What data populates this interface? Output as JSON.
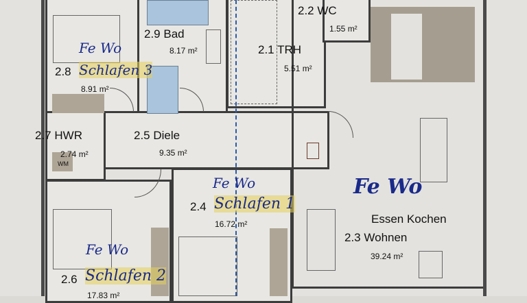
{
  "rooms": [
    {
      "id": "2.1",
      "name": "TRH",
      "area": "5.51 m²"
    },
    {
      "id": "2.2",
      "name": "WC",
      "area": "1.55 m²"
    },
    {
      "id": "2.3",
      "name": "Wohnen",
      "name_line1": "Essen Kochen",
      "area": "39.24 m²",
      "handwritten": "Fe Wo"
    },
    {
      "id": "2.4",
      "handwritten_top": "Fe Wo",
      "handwritten_name": "Schlafen 1",
      "area": "16.72 m²"
    },
    {
      "id": "2.5",
      "name": "Diele",
      "area": "9.35 m²"
    },
    {
      "id": "2.6",
      "handwritten_top": "Fe Wo",
      "handwritten_name": "Schlafen 2",
      "area": "17.83 m²"
    },
    {
      "id": "2.7",
      "name": "HWR",
      "area": "2.74 m²",
      "appliance": "WM"
    },
    {
      "id": "2.8",
      "handwritten_top": "Fe Wo",
      "handwritten_name": "Schlafen 3",
      "area": "8.91 m²"
    },
    {
      "id": "2.9",
      "name": "Bad",
      "area": "8.17 m²"
    }
  ]
}
